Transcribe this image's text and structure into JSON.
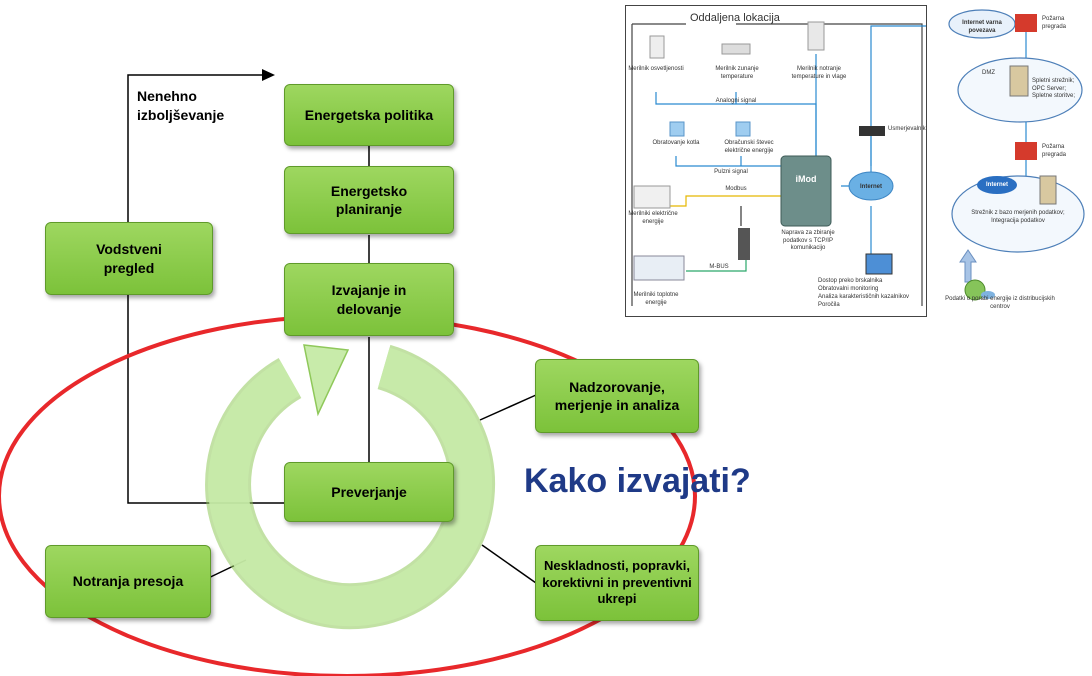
{
  "cycle": {
    "improvement_label": "Nenehno izboljševanje",
    "boxes": {
      "policy": "Energetska politika",
      "planning": "Energetsko planiranje",
      "implementation": "Izvajanje in delovanje",
      "review": "Vodstveni pregled",
      "checking": "Preverjanje",
      "monitoring": "Nadzorovanje, merjenje in analiza",
      "internal_audit": "Notranja presoja",
      "nonconformities": "Neskladnosti, popravki, korektivni in preventivni ukrepi"
    },
    "colors": {
      "box_fill": "#8dcc4d",
      "cycle_arrow": "#b9e38c",
      "ellipse": "#e8282b",
      "heading": "#1f3a87"
    }
  },
  "heading": "Kako izvajati?",
  "network": {
    "title": "Oddaljena lokacija",
    "sensors": [
      "Merilnik osvetljenosti",
      "Merilnik zunanje temperature",
      "Merilnik notranje temperature in vlage"
    ],
    "analog_signal": "Analogni signal",
    "pulse_devices": [
      "Obratovanje kotla",
      "Obračunski števec električne energije"
    ],
    "pulse_signal": "Pulzni signal",
    "modbus": "Modbus",
    "mbus": "M-BUS",
    "electricity_meters": "Merilniki električne energije",
    "heat_meters": "Merilniki toplotne energije",
    "device_brand": "iMod",
    "device_desc": "Naprava za zbiranje podatkov s TCP/IP komunikacijo",
    "router": "Usmerjevalnik",
    "internet": "Internet",
    "browser_access": [
      "Dostop preko brskalnika",
      "Obratovalni monitoring",
      "Analiza karakterističnih kazalnikov",
      "Poročila"
    ],
    "secure_link": "Internet varna povezava",
    "firewall": "Požarna pregrada",
    "dmz": "DMZ",
    "dmz_servers": "Spletni strežnik; OPC Server; Spletne storitve;",
    "db_server": "Strežnik z bazo merjenih podatkov; Integracija podatkov",
    "distribution": "Podatki o porabi energije iz distribucijskih centrov"
  }
}
